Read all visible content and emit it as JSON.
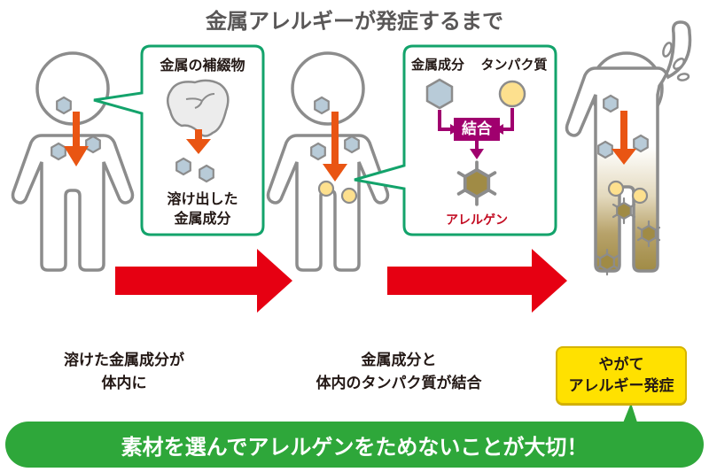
{
  "title": "金属アレルギーが発症するまで",
  "panel1": {
    "callout_title": "金属の補綴物",
    "callout_caption_line1": "溶け出した",
    "callout_caption_line2": "金属成分",
    "caption_line1": "溶けた金属成分が",
    "caption_line2": "体内に"
  },
  "panel2": {
    "callout_label_metal": "金属成分",
    "callout_label_protein": "タンパク質",
    "bind_label": "結合",
    "allergen_label": "アレルゲン",
    "caption_line1": "金属成分と",
    "caption_line2": "体内のタンパク質が結合"
  },
  "panel3": {
    "result_line1": "やがて",
    "result_line2": "アレルギー発症"
  },
  "banner": "素材を選んでアレルゲンをためないことが大切！",
  "colors": {
    "title": "#595757",
    "callout_border": "#13a36b",
    "arrow_orange": "#e95513",
    "arrow_red": "#e60012",
    "bind_purple": "#a0006e",
    "allergen_text": "#c30d23",
    "metal_fill": "#b8cbd8",
    "protein_fill": "#fde08e",
    "allergen_fill": "#a08b45",
    "banner_green": "#2ea73a",
    "result_yellow": "#ffe100"
  }
}
